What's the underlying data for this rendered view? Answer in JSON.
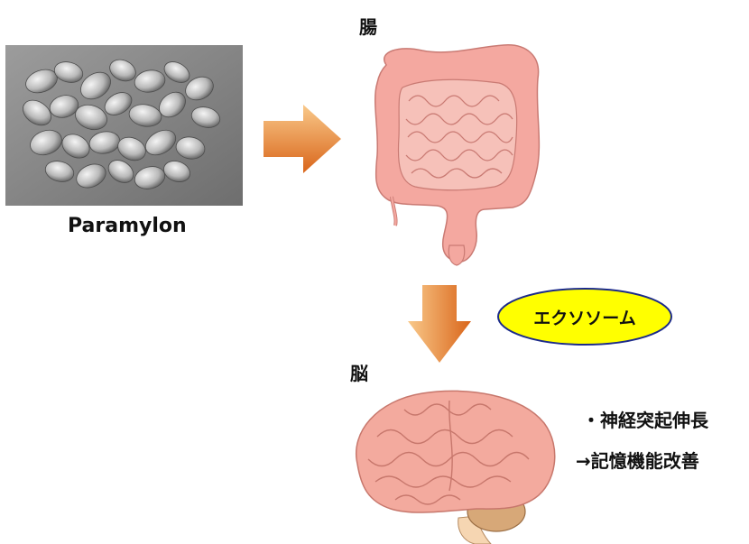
{
  "photo": {
    "caption": "Paramylon"
  },
  "intestine": {
    "label": "腸"
  },
  "exosome": {
    "label": "エクソソーム"
  },
  "brain": {
    "label": "脳"
  },
  "effects": {
    "line1": "・神経突起伸長",
    "line2": "→記憶機能改善"
  },
  "colors": {
    "arrow_light": "#f6c27c",
    "arrow_dark": "#d9651a",
    "exosome_fill": "#ffff00",
    "intestine": "#f4a8a0",
    "brain": "#f3aa9e",
    "brainstem": "#d7a878"
  }
}
